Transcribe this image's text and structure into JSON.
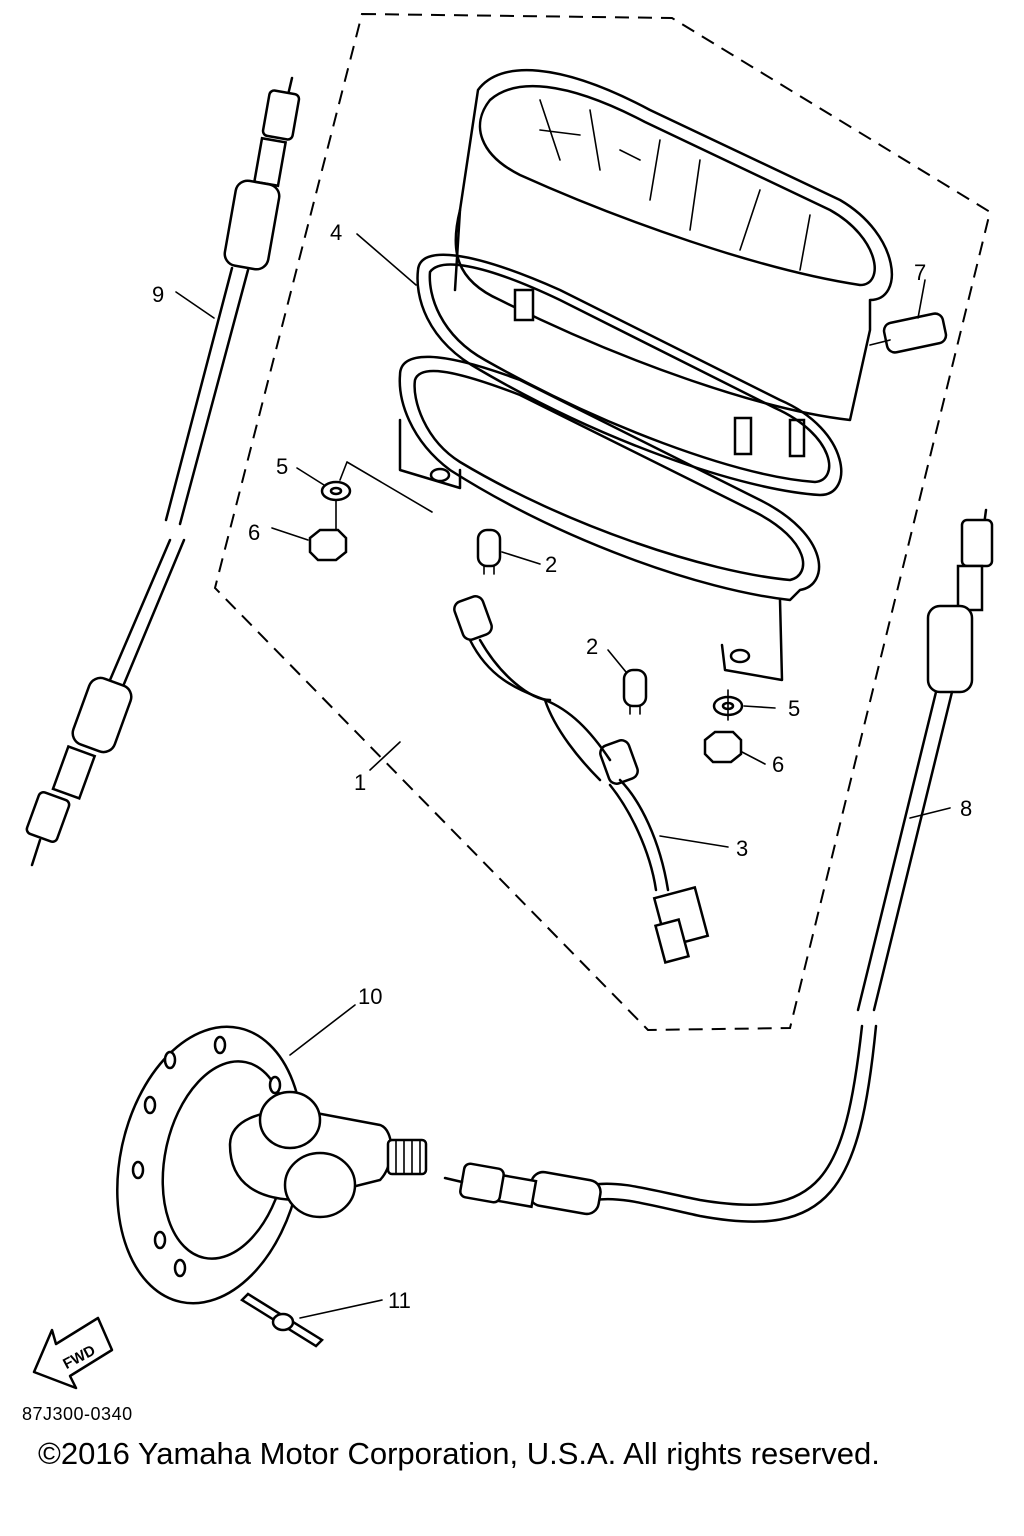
{
  "callouts": {
    "c1": "1",
    "c2a": "2",
    "c2b": "2",
    "c3": "3",
    "c4": "4",
    "c5a": "5",
    "c5b": "5",
    "c6a": "6",
    "c6b": "6",
    "c7": "7",
    "c8": "8",
    "c9": "9",
    "c10": "10",
    "c11": "11"
  },
  "fwd_label": "FWD",
  "diagram_code": "87J300-0340",
  "copyright": "©2016 Yamaha Motor Corporation, U.S.A. All rights reserved."
}
